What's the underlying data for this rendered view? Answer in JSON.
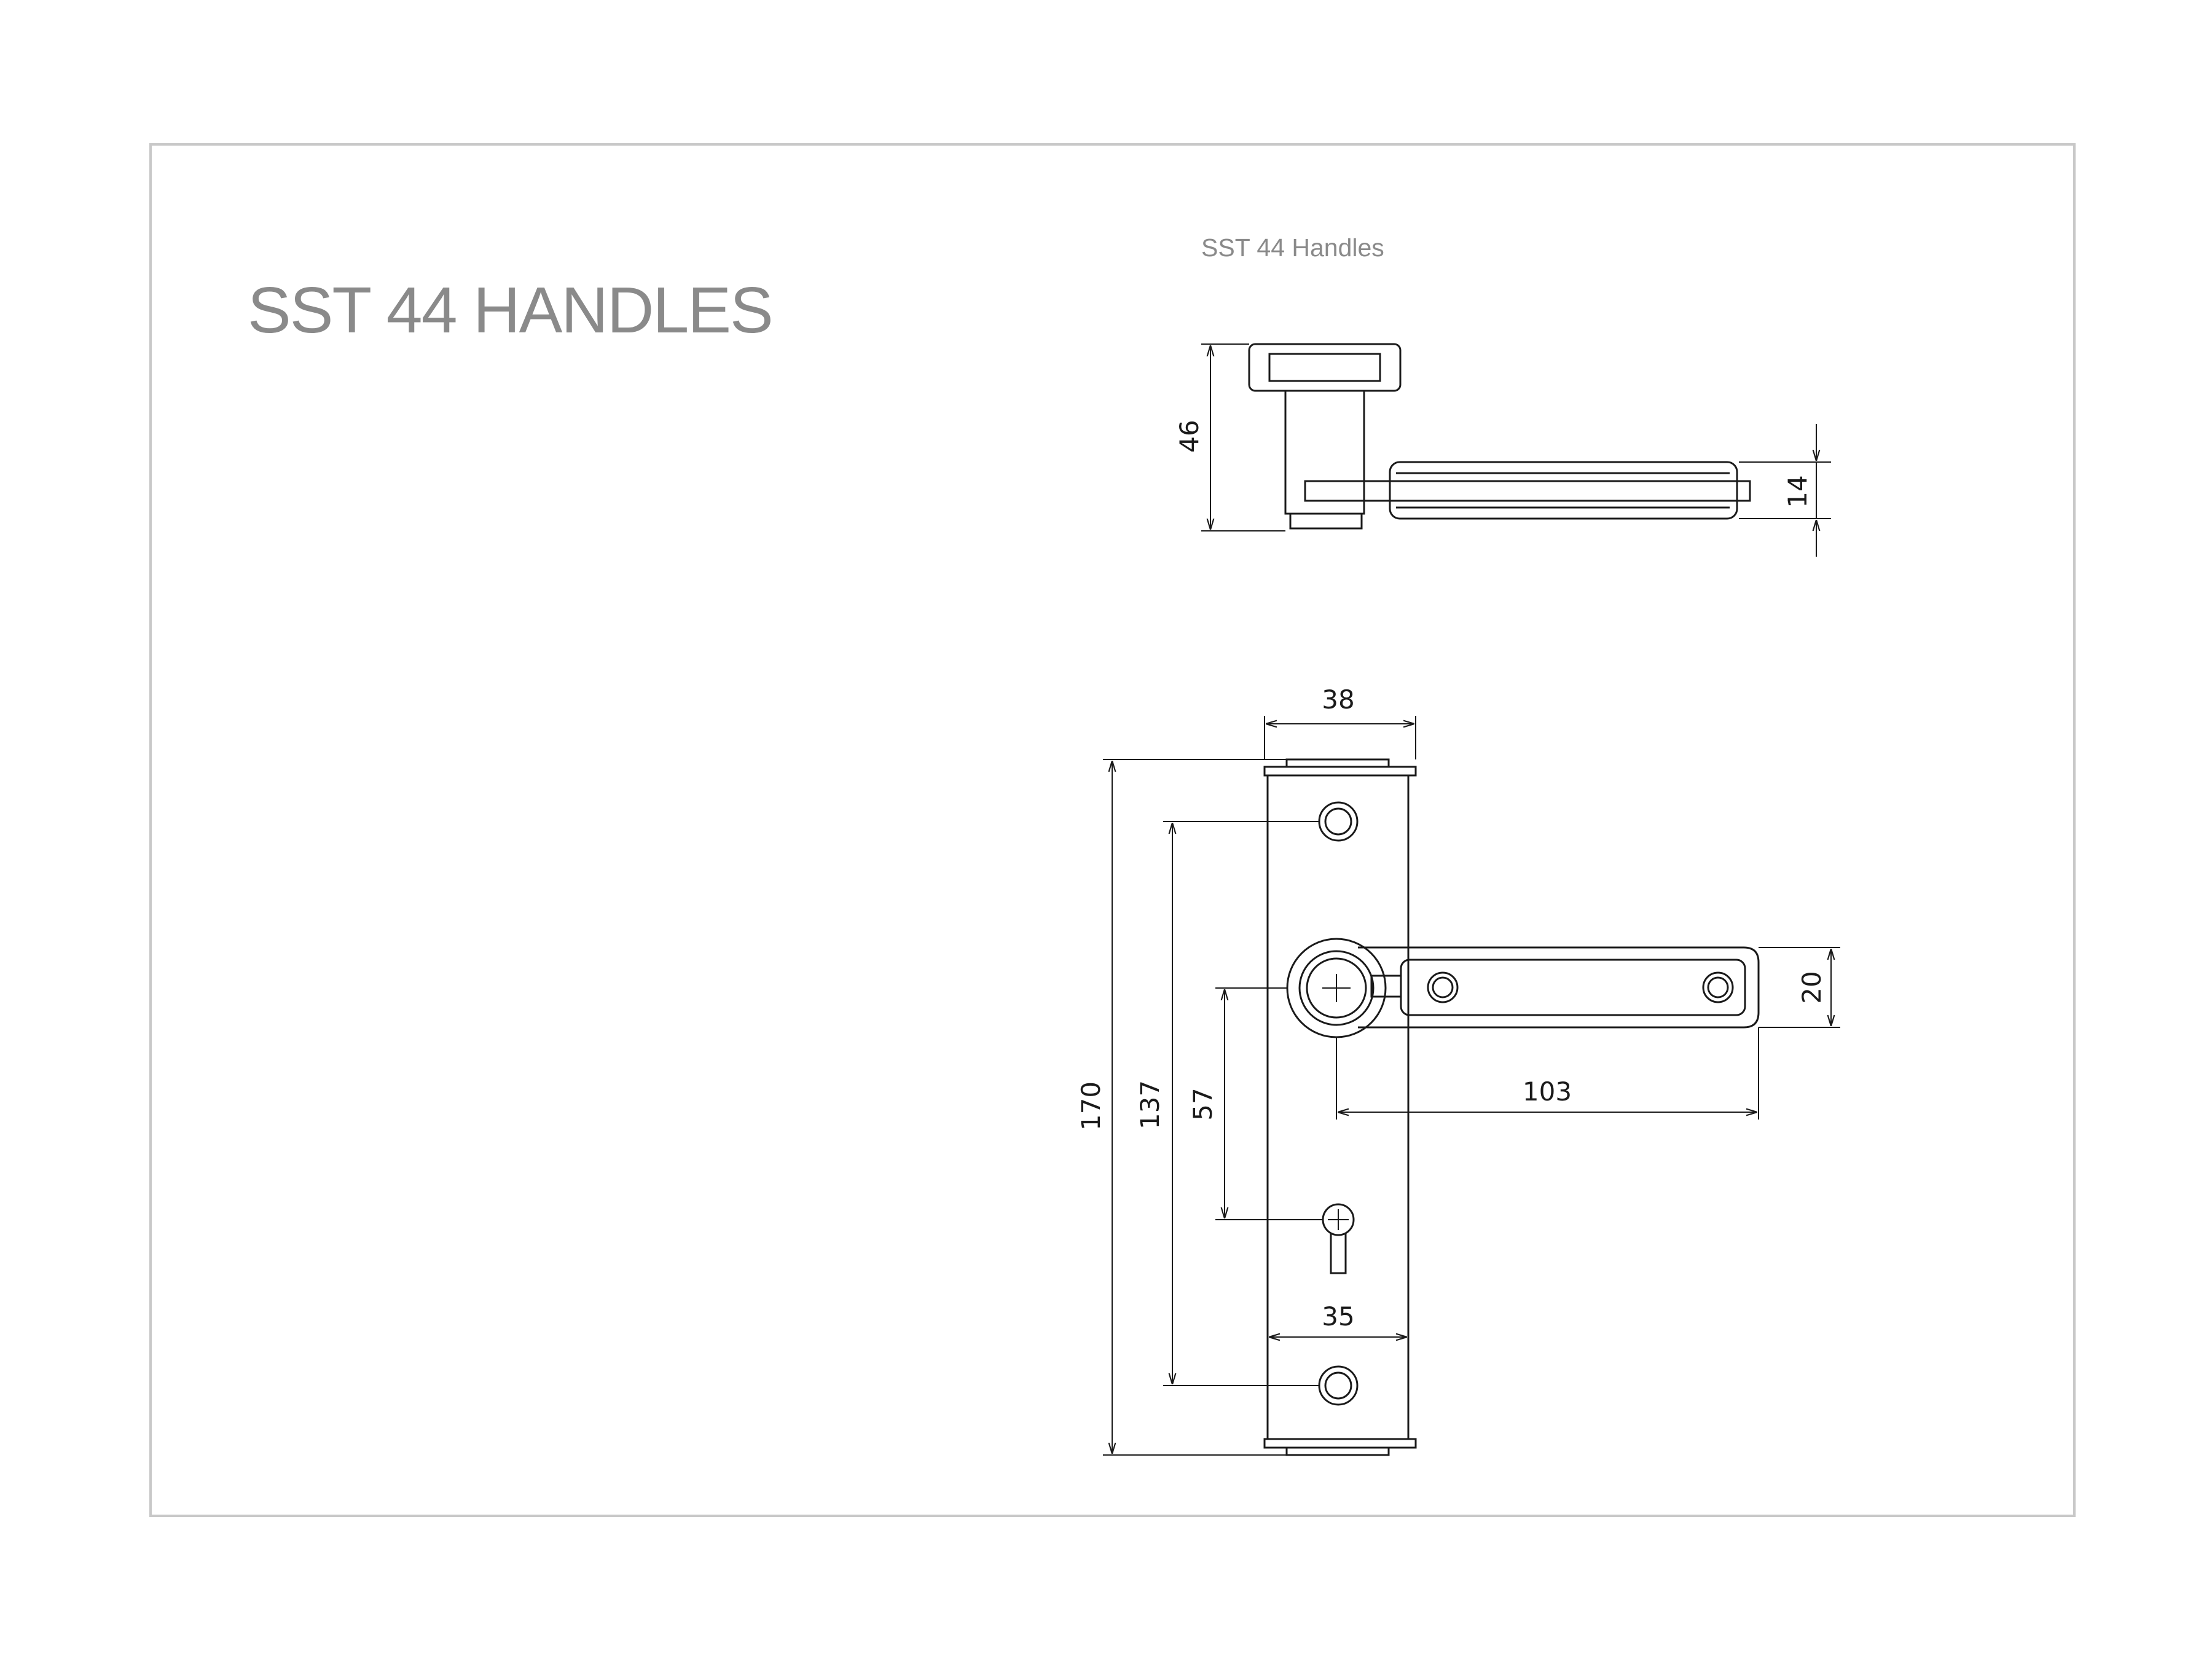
{
  "title": "SST 44 HANDLES",
  "caption": "SST 44 Handles",
  "colors": {
    "frame": "#c8c8c8",
    "title": "#8a8a8a",
    "line": "#1a1a1a"
  },
  "dimensions": {
    "side_height": "46",
    "lever_thickness": "14",
    "plate_width": "38",
    "plate_inner_width": "35",
    "plate_height": "170",
    "screw_spacing": "137",
    "backset": "57",
    "lever_length": "103",
    "lever_width": "20"
  }
}
